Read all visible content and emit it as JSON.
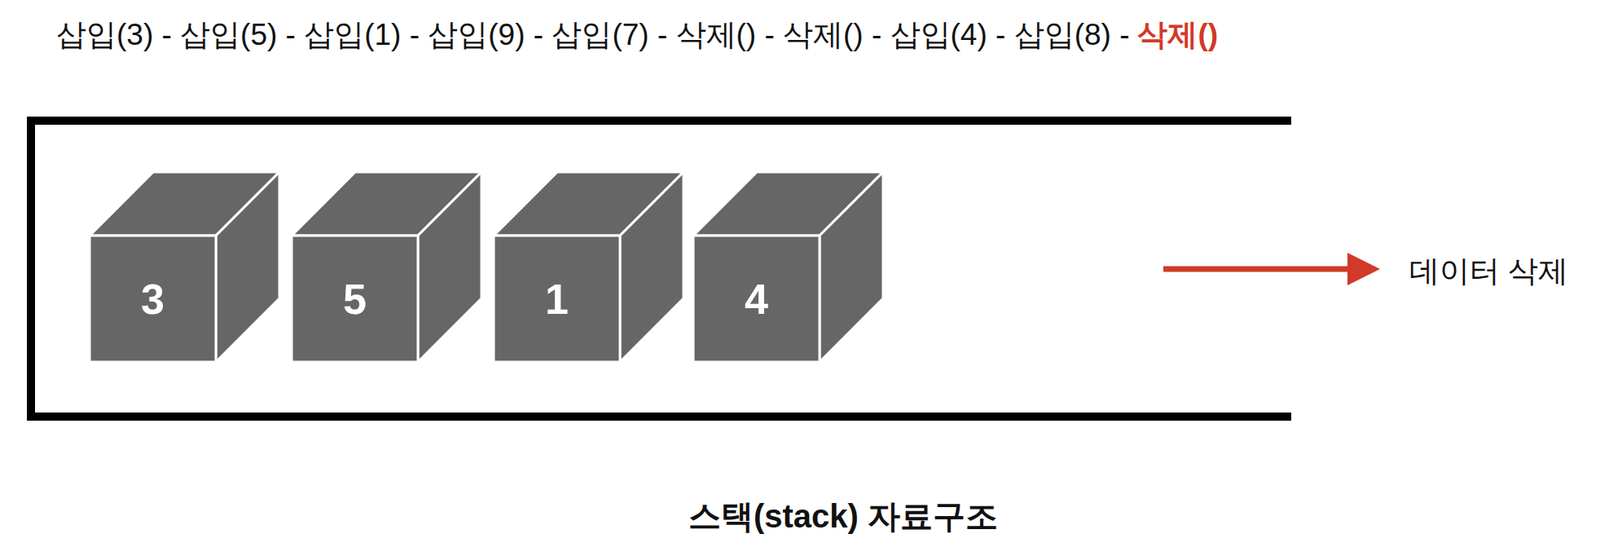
{
  "diagram": {
    "caption": "스택(stack) 자료구조",
    "nodes": [
      {
        "text": [
          "3"
        ]
      },
      {
        "text": [
          "5"
        ]
      },
      {
        "text": [
          "1"
        ]
      },
      {
        "text": [
          "4"
        ]
      }
    ],
    "labels": [
      "삽입(3) - 삽입(5) - 삽입(1) - 삽입(9) - 삽입(7) - 삭제() - 삭제() - 삽입(4) - 삽입(8) -",
      "삭제()",
      "데이터 삭제"
    ]
  }
}
